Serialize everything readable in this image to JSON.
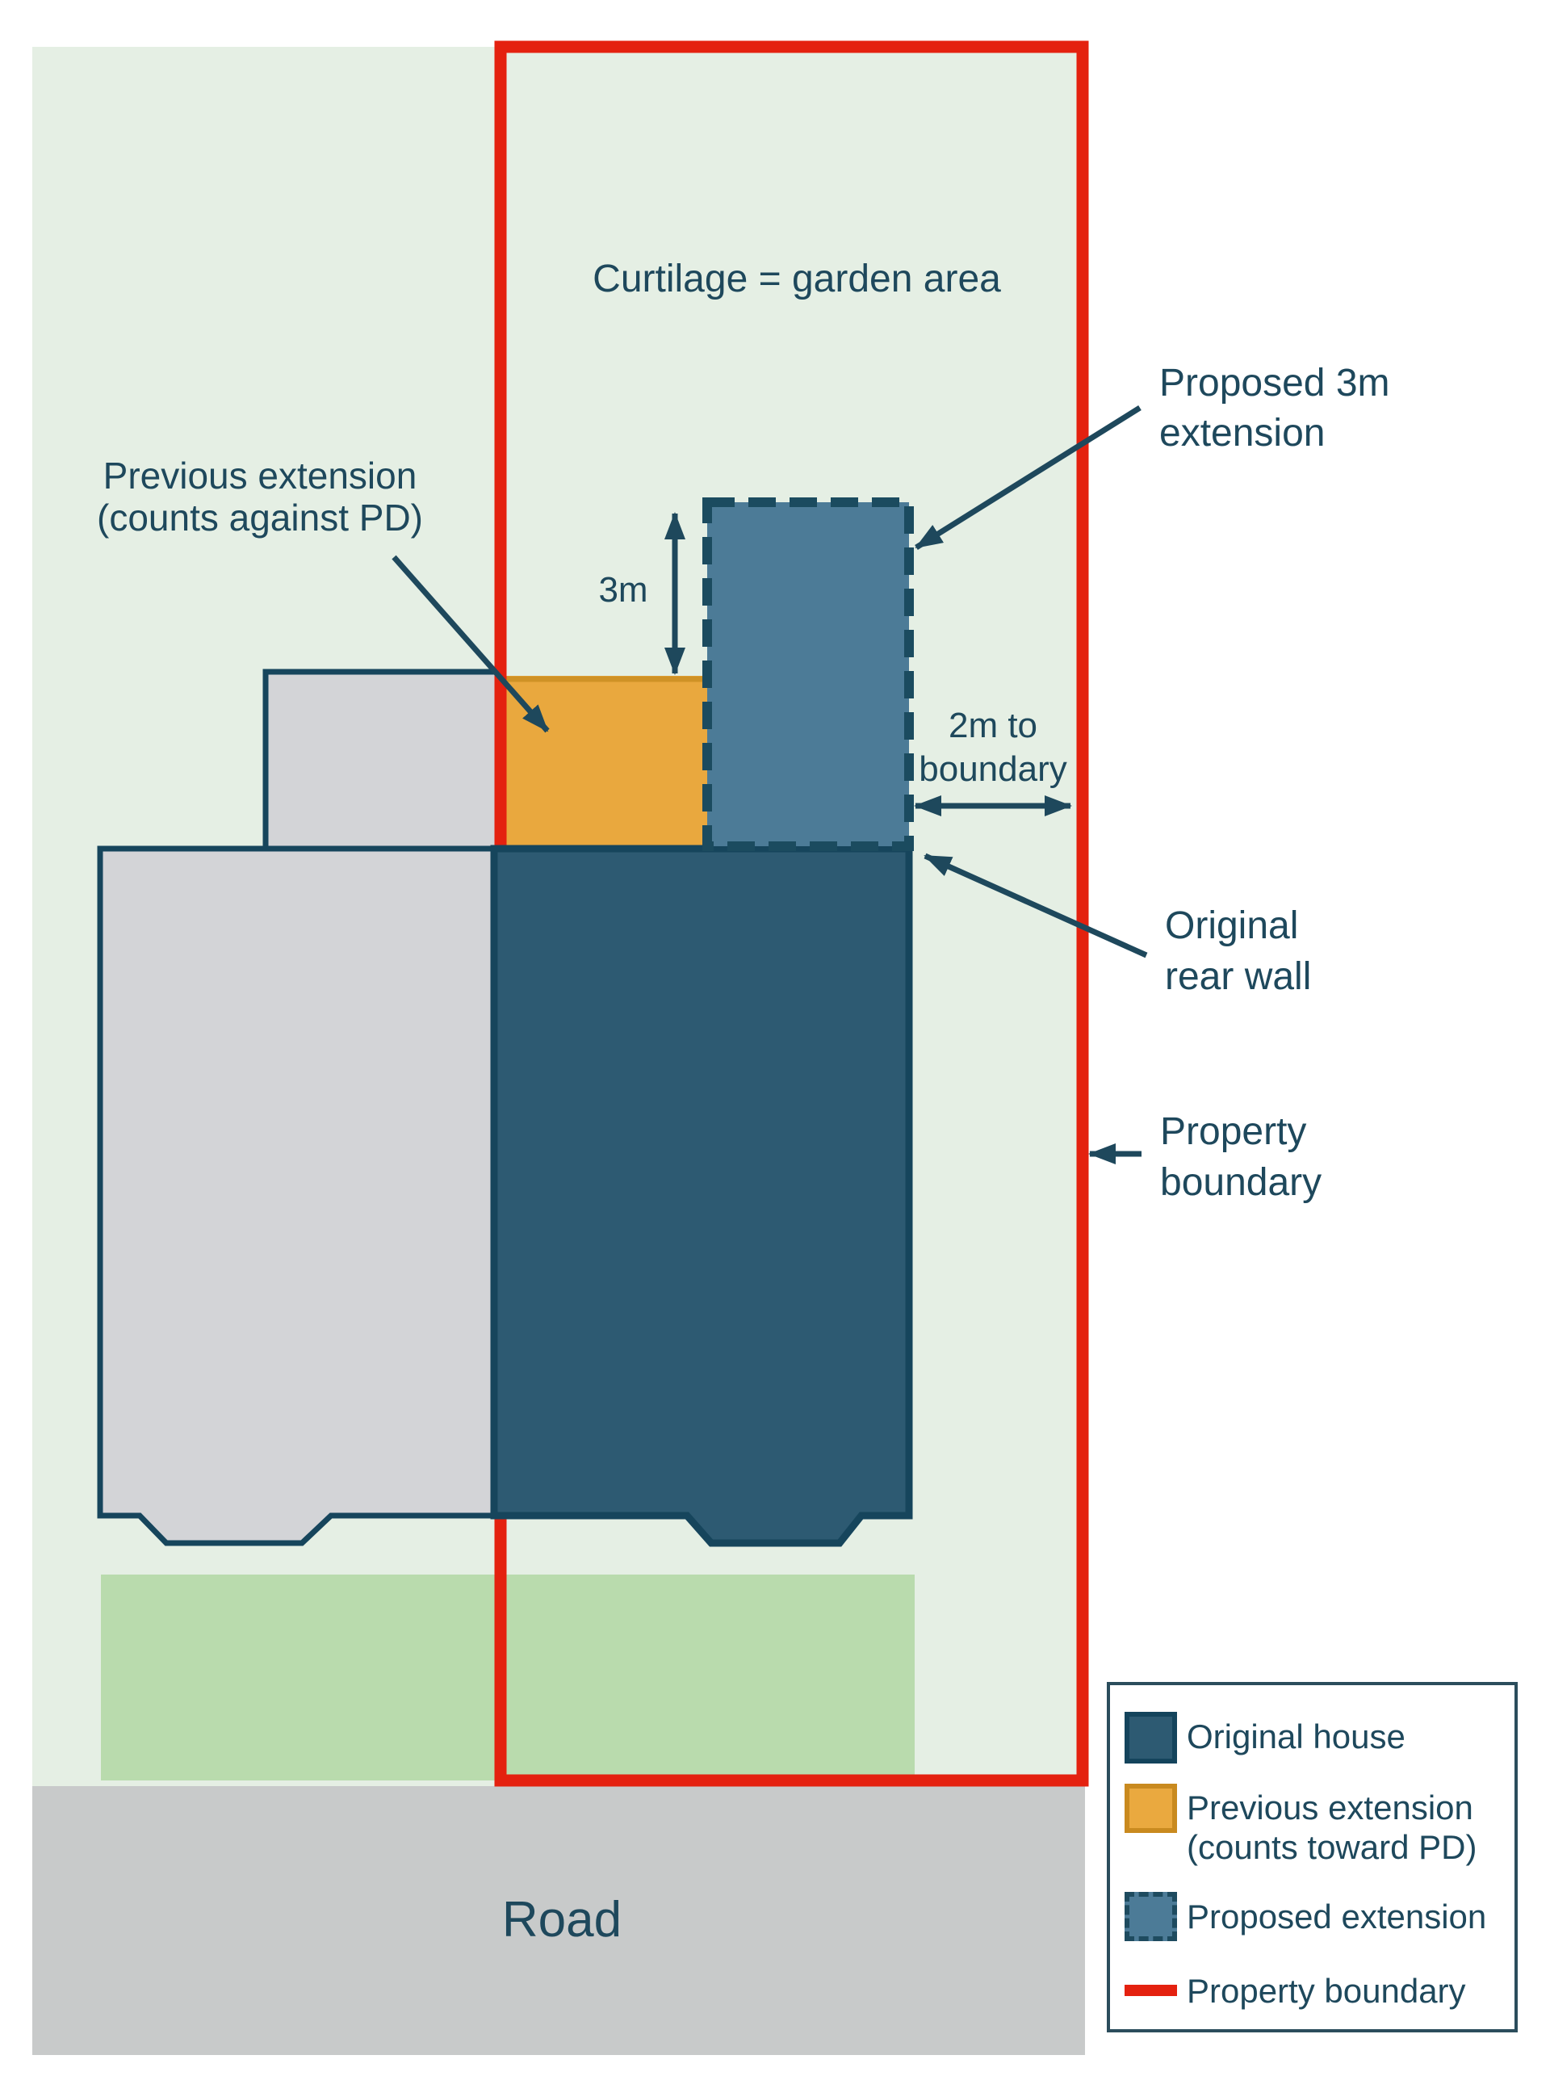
{
  "plan": {
    "curtilage_label": "Curtilage = garden area",
    "road_label": "Road",
    "labels": {
      "previous_extension": {
        "line1": "Previous extension",
        "line2": "(counts against PD)"
      },
      "proposed_extension": {
        "line1": "Proposed 3m",
        "line2": "extension"
      },
      "original_rear_wall": {
        "line1": "Original",
        "line2": "rear wall"
      },
      "property_boundary": {
        "line1": "Property",
        "line2": "boundary"
      },
      "dim_3m": "3m",
      "dim_2m": {
        "line1": "2m to",
        "line2": "boundary"
      }
    }
  },
  "legend": {
    "original_house": "Original house",
    "previous_extension_line1": "Previous extension",
    "previous_extension_line2": "(counts toward PD)",
    "proposed_extension": "Proposed extension",
    "property_boundary": "Property boundary"
  },
  "colors": {
    "property_boundary_red": "#e4210f",
    "original_house_fill": "#2d5a72",
    "house_outline": "#16455c",
    "previous_extension_fill": "#e9a83e",
    "previous_extension_accent": "#cf9226",
    "proposed_extension_fill": "#4c7b97",
    "garden_background": "#e5efe4",
    "lawn_strip_green": "#b9dbad",
    "neighbour_house_fill": "#d3d4d7",
    "road_fill": "#c8caca",
    "label_text": "#1e485c"
  }
}
